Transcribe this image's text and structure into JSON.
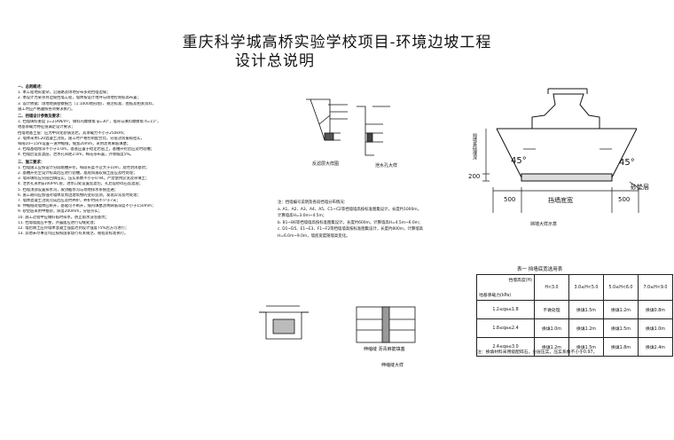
{
  "title": {
    "line1": "重庆科学城高桥实验学校项目-环境边坡工程",
    "line2": "设计总说明"
  },
  "notes": {
    "sections": [
      {
        "head": "一、总则概述：",
        "lines": [
          "1. 本工程地形复杂，沿道路及场地分布多处挡墙边坡；",
          "2. 本设计为某项目边坡挡墙工程，墙体按设计地坪与场地控制标高布置；",
          "3. 设计依据：场地地质勘察报告（1:1000地形图）、规范标准、图纸及相关资料，",
          "   施工时应严格遵照各项要求执行。"
        ]
      },
      {
        "head": "二、挡墙设计参数及要求：",
        "lines": [
          "1. 挡墙填料重度 γ=21KN/m³，填料内摩擦角 φ=30°，墙背与填料摩擦角 δ=15°，",
          "   地基承载力特征值满足设计要求；",
          "   挡墙地基土层：应为中风化砂质泥岩，其承载力不小于250kPa；",
          "2. 墙体采用C20混凝土浇筑，施工时严格控制配合比，分层浇筑振捣密实，",
          "   每隔10~15m设置一道伸缩缝，缝宽20mm，采用沥青麻筋填塞；",
          "3. 挡墙基础埋深不小于1.0m，基底应置于稳定岩层上，基槽开挖后应及时验槽；",
          "4. 挡墙后设反滤层，泄水孔间距2.0m，梅花形布置，外倾坡度5%。"
        ]
      },
      {
        "head": "三、施工要求：",
        "lines": [
          "1. 挡墙施工应按设计分段跳槽开挖，每段长度不宜大于10m，及时封闭基坑；",
          "2. 基槽开挖至设计标高后应进行验槽，基底如遇软弱土层应及时处理；",
          "3. 墙背填料应分层回填压实，压实系数不小于0.94，严禁使用淤泥及杂填土；",
          "4. 泄水孔采用φ100PVC管，进水口处设置反滤包，孔后设砂砾石反滤层；",
          "5. 挡墙顶部设置排水沟，坡顶截水沟与场地排水系统连通；",
          "6. 施工期间应加强对墙体及周边建筑物的变形监测，发现异常及时处理；",
          "7. 墙体混凝土浇筑完成后应及时养护，养护时间不少于7天；",
          "8. 伸缩缝处墙体应断开，基础可不断开，缝内填塞沥青麻筋深度不小于150mm；",
          "9. 砂垫层采用中粗砂，厚度200mm，分层夯实；",
          "10. 施工过程中应做好临时排水，防止雨水浸泡基坑；",
          "11. 挡墙墙面应平整，外露面应进行勾缝处理；",
          "12. 墙后填土应待墙体混凝土强度达到设计强度75%后方可进行；",
          "13. 其他未尽事宜均应按照国家现行有关规范、规程及标准执行。"
        ]
      }
    ]
  },
  "drawings": {
    "detail_a_label": "反滤层大样图",
    "detail_b_label": "泄水孔大样",
    "section_label": "挡墙大样示意",
    "dims": {
      "left": "500",
      "center": "挡墙底宽",
      "right": "500",
      "height": "200",
      "angle_left": "45°",
      "angle_right": "45°"
    },
    "labels": {
      "vertical": "挡墙基础埋深",
      "sand": "砂垫层"
    },
    "joint_a": "伸缩缝\n沥青麻筋填塞",
    "joint_b": "伸缩缝大样"
  },
  "middle_text": [
    "注：挡墙编号说明及各段挡墙分布情况：",
    "a. A1、A2、A3、A4、A5、C1~C2等挡墙墙高按标准图集设计，长度约1000m，",
    "   计算墙高H=3.0m~4.5m；",
    "b. B1~B6等挡墙墙高按标准图集设计，长度约600m，计算墙高H=4.5m~6.0m；",
    "c. D1~D5、E1~E3、F1~F2等挡墙墙高按标准图集设计，长度约800m，计算墙高",
    "   H=6.0m~9.0m，墙底宽度随墙高变化。"
  ],
  "table": {
    "caption": "表一 挡墙底宽选用表",
    "corner_top": "挡墙高度(H)",
    "corner_bottom": "地基承载力(kPa)",
    "col_headers": [
      "H<3.0",
      "3.0≤H<5.0",
      "5.0≤H<6.0",
      "7.0≤H<9.0"
    ],
    "rows": [
      {
        "label": "1.2≤qa≤1.8",
        "cells": [
          "不做处理",
          "换填1.5m",
          "换填1.2m",
          "换填0.8m"
        ]
      },
      {
        "label": "1.8≤qa≤2.4",
        "cells": [
          "换填1.0m",
          "换填1.2m",
          "换填1.5m",
          "换填1.0m"
        ]
      },
      {
        "label": "2.4≤qa≤3.0",
        "cells": [
          "换填1.2m",
          "换填1.5m",
          "换填1.8m",
          "换填2.4m"
        ]
      }
    ],
    "note": "注：换填材料采用级配碎石，分层压实，压实系数不小于0.97。"
  }
}
